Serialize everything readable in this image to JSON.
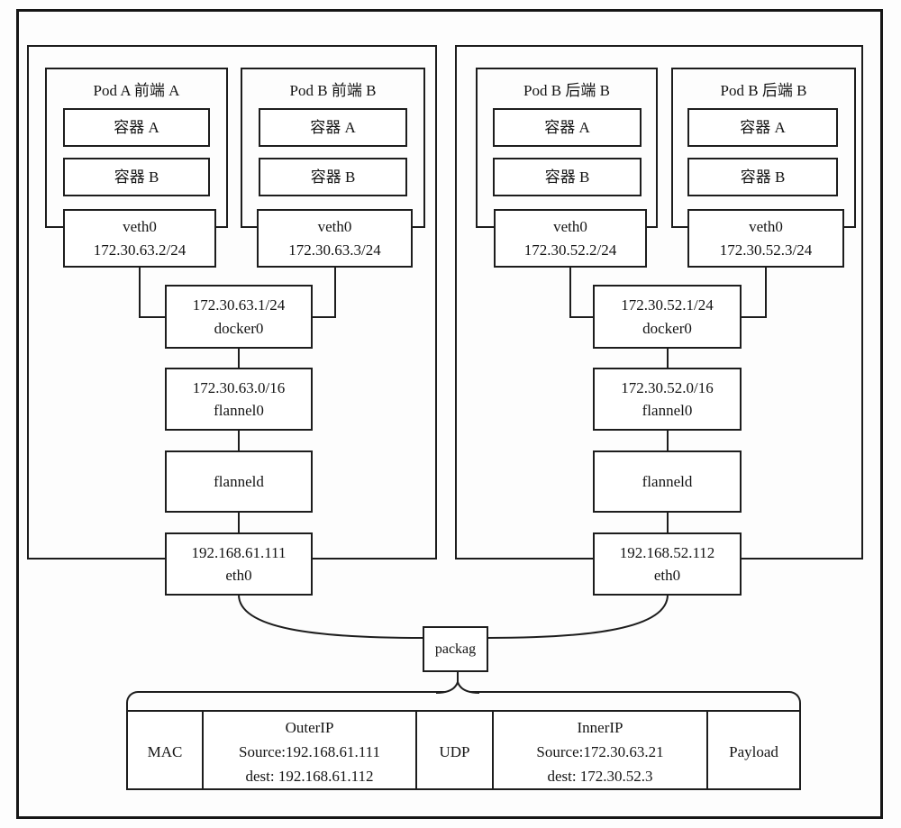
{
  "colors": {
    "line": "#1d1d1d",
    "text": "#141414",
    "background": "#ffffff"
  },
  "nodes": [
    {
      "side": "left",
      "pods": [
        {
          "title": "Pod A 前端 A",
          "containers": [
            "容器 A",
            "容器 B"
          ],
          "veth": [
            "veth0",
            "172.30.63.2/24"
          ]
        },
        {
          "title": "Pod B 前端 B",
          "containers": [
            "容器 A",
            "容器 B"
          ],
          "veth": [
            "veth0",
            "172.30.63.3/24"
          ]
        }
      ],
      "docker0": [
        "172.30.63.1/24",
        "docker0"
      ],
      "flannel0": [
        "172.30.63.0/16",
        "flannel0"
      ],
      "flanneld": "flanneld",
      "eth0": [
        "192.168.61.111",
        "eth0"
      ]
    },
    {
      "side": "right",
      "pods": [
        {
          "title": "Pod B 后端 B",
          "containers": [
            "容器 A",
            "容器 B"
          ],
          "veth": [
            "veth0",
            "172.30.52.2/24"
          ]
        },
        {
          "title": "Pod B 后端 B",
          "containers": [
            "容器 A",
            "容器 B"
          ],
          "veth": [
            "veth0",
            "172.30.52.3/24"
          ]
        }
      ],
      "docker0": [
        "172.30.52.1/24",
        "docker0"
      ],
      "flannel0": [
        "172.30.52.0/16",
        "flannel0"
      ],
      "flanneld": "flanneld",
      "eth0": [
        "192.168.52.112",
        "eth0"
      ]
    }
  ],
  "packet_label": "packag",
  "packet_table": {
    "cells": [
      {
        "name": "mac",
        "lines": [
          "MAC"
        ]
      },
      {
        "name": "outer-ip",
        "lines": [
          "OuterIP",
          "Source:192.168.61.111",
          "dest: 192.168.61.112"
        ]
      },
      {
        "name": "udp",
        "lines": [
          "UDP"
        ]
      },
      {
        "name": "inner-ip",
        "lines": [
          "InnerIP",
          "Source:172.30.63.21",
          "dest: 172.30.52.3"
        ]
      },
      {
        "name": "payload",
        "lines": [
          "Payload"
        ]
      }
    ]
  }
}
